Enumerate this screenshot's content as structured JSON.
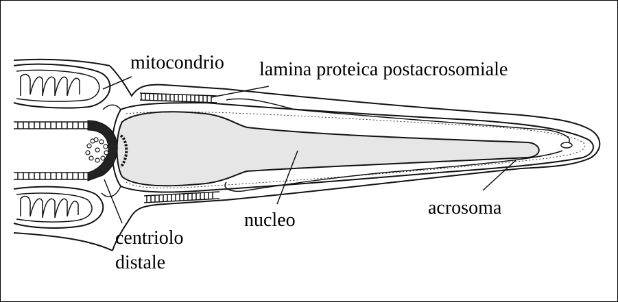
{
  "labels": {
    "mitocondrio": "mitocondrio",
    "lamina": "lamina proteica postacrosomiale",
    "nucleo": "nucleo",
    "acrosoma": "acrosoma",
    "centriolo_line1": "centriolo",
    "centriolo_line2": "distale"
  },
  "colors": {
    "outline": "#111111",
    "nucleus_fill": "#e6e6e6",
    "background": "#ffffff"
  }
}
